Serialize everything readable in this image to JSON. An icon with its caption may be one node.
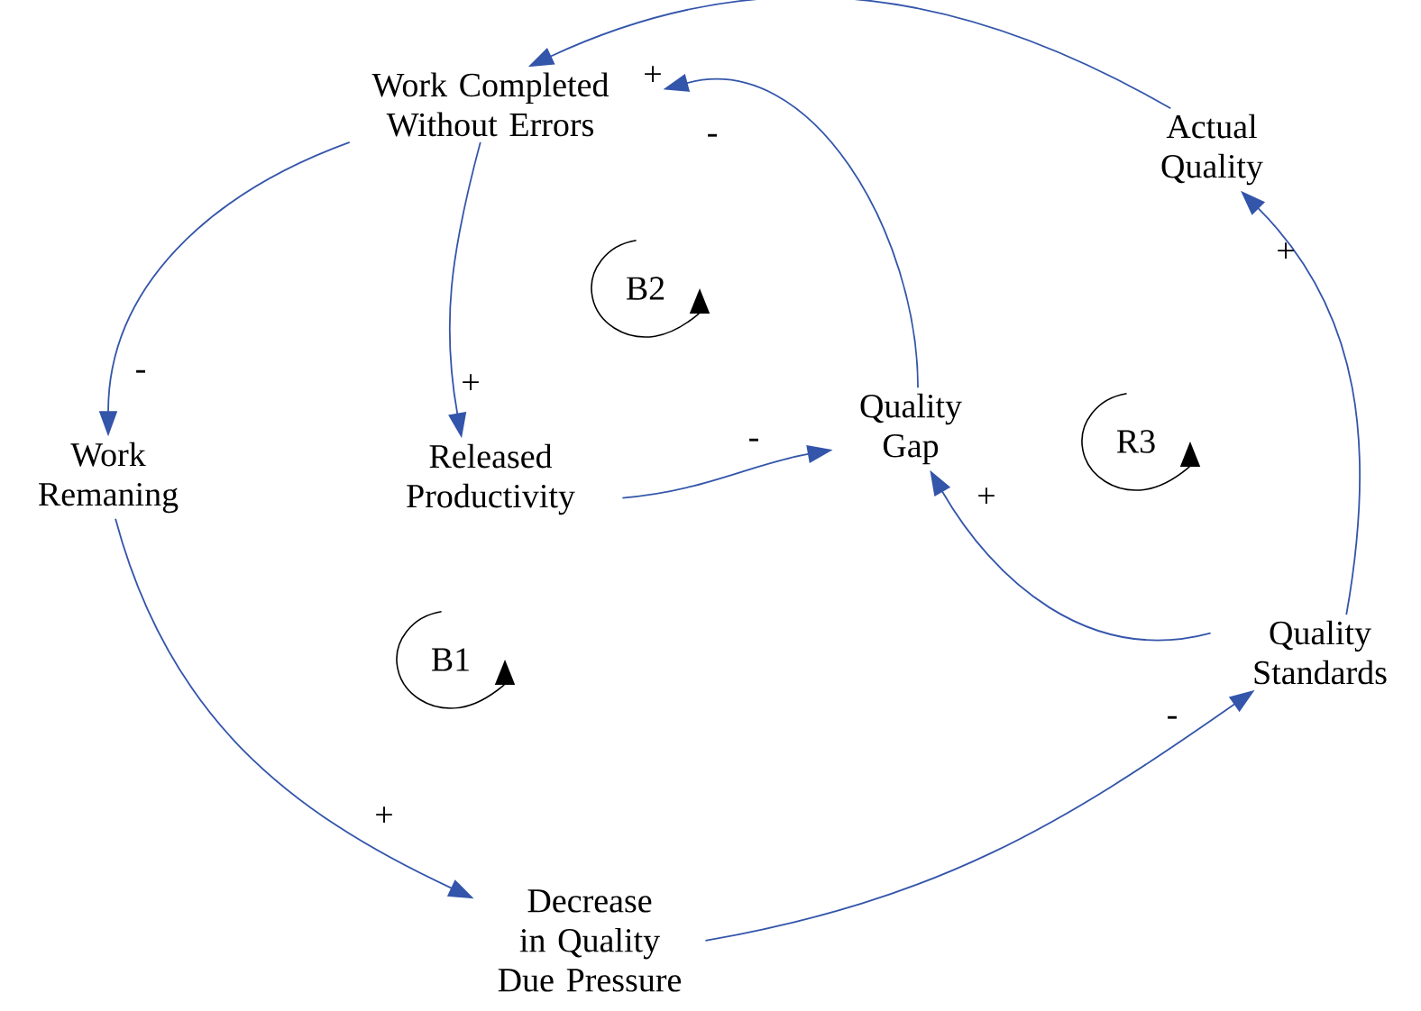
{
  "diagram": {
    "nodes": [
      {
        "text": [
          "Work Completed Without Errors"
        ]
      },
      {
        "text": [
          "Actual Quality"
        ]
      },
      {
        "text": [
          "Work Remaning"
        ]
      },
      {
        "text": [
          "Released Productivity"
        ]
      },
      {
        "text": [
          "Quality Gap"
        ]
      },
      {
        "text": [
          "Quality Standards"
        ]
      },
      {
        "text": [
          "Decrease in Quality Due Pressure"
        ]
      }
    ],
    "edges": [
      {
        "from": 0,
        "to": 2,
        "arrow": "to",
        "label": "-"
      },
      {
        "from": 0,
        "to": 3,
        "arrow": "to",
        "label": "+"
      },
      {
        "from": 3,
        "to": 4,
        "arrow": "to",
        "label": "-"
      },
      {
        "from": 4,
        "to": 0,
        "arrow": "to",
        "label": "-"
      },
      {
        "from": 1,
        "to": 0,
        "arrow": "to",
        "label": "+"
      },
      {
        "from": 5,
        "to": 4,
        "arrow": "to",
        "label": "+"
      },
      {
        "from": 5,
        "to": 1,
        "arrow": "to",
        "label": "+"
      },
      {
        "from": 2,
        "to": 6,
        "arrow": "to",
        "label": "+"
      },
      {
        "from": 6,
        "to": 5,
        "arrow": "to",
        "label": "-"
      }
    ],
    "labels": [
      "B2",
      "R3",
      "B1"
    ]
  }
}
